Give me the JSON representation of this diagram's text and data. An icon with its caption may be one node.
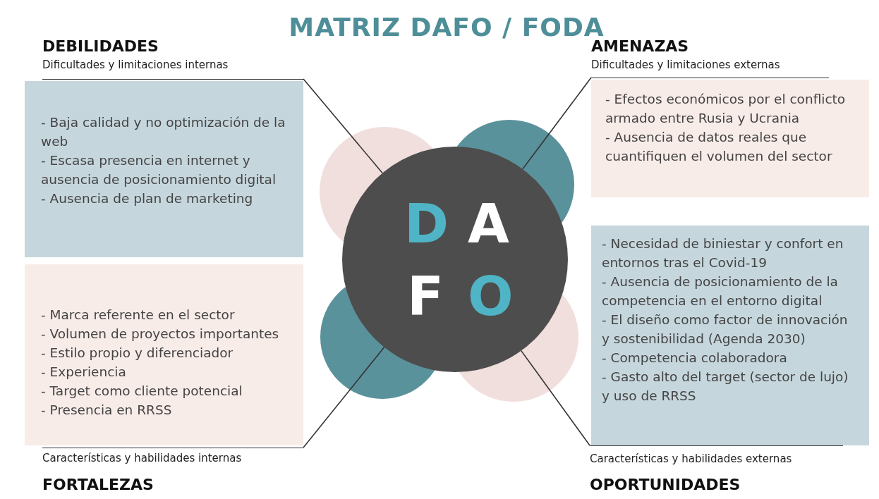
{
  "diagram": {
    "title": "MATRIZ DAFO / FODA",
    "nodes": [
      {
        "text": [
          "D",
          "A",
          "F",
          "O"
        ]
      },
      {
        "text": [
          "DEBILIDADES",
          "Dificultades y limitaciones internas",
          "- Baja calidad y no optimización de la web",
          "- Escasa presencia en internet y ausencia de posicionamiento digital",
          "- Ausencia de plan de marketing"
        ]
      },
      {
        "text": [
          "AMENAZAS",
          "Dificultades y limitaciones externas",
          "- Efectos económicos por el conflicto armado entre Rusia y Ucrania",
          "- Ausencia de datos reales que cuantifiquen el volumen del sector"
        ]
      },
      {
        "text": [
          "- Marca referente en el sector",
          "- Volumen de proyectos importantes",
          "- Estilo propio y diferenciador",
          "- Experiencia",
          "- Target como cliente potencial",
          "- Presencia en RRSS",
          "Características y habilidades internas",
          "FORTALEZAS"
        ]
      },
      {
        "text": [
          "- Necesidad de biniestar y confort en entornos tras el Covid-19",
          "- Ausencia de posicionamiento de la competencia en el entorno digital",
          "- El diseño como factor de innovación y sostenibilidad (Agenda 2030)",
          "- Competencia colaboradora",
          "- Gasto alto del target (sector de lujo) y uso de RRSS",
          "Características y habilidades externas",
          "OPORTUNIDADES"
        ]
      }
    ],
    "edges": [
      {
        "from": 0,
        "to": 1,
        "arrow": "none"
      },
      {
        "from": 0,
        "to": 2,
        "arrow": "none"
      },
      {
        "from": 0,
        "to": 3,
        "arrow": "none"
      },
      {
        "from": 0,
        "to": 4,
        "arrow": "none"
      }
    ]
  }
}
